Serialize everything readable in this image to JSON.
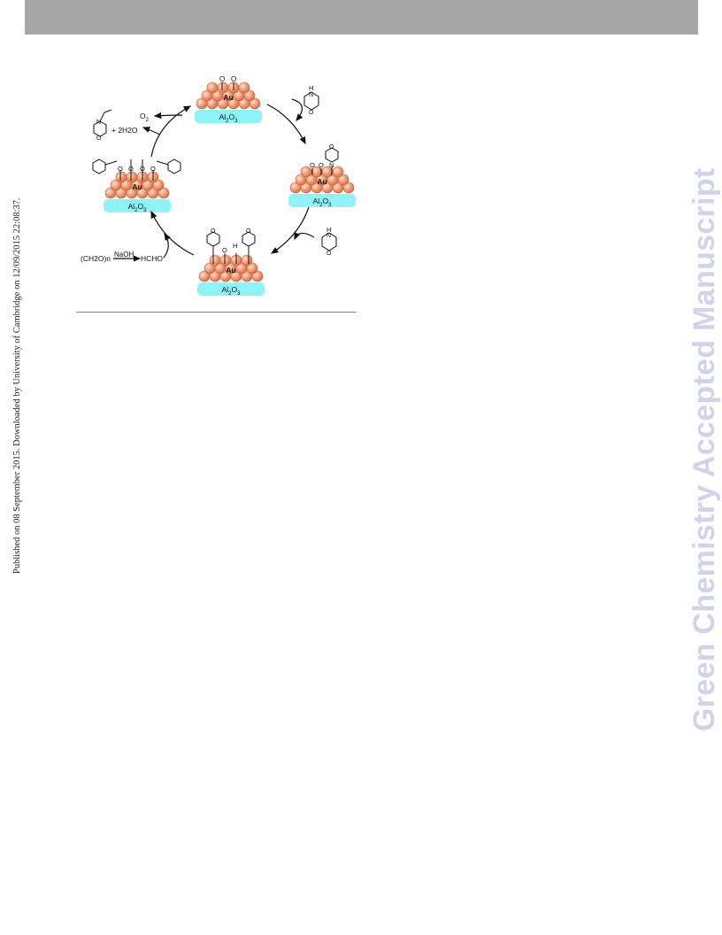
{
  "sidebar": {
    "published_line": "Published on 08 September 2015. Downloaded by University of Cambridge on 12/09/2015 22:08:37."
  },
  "watermark": {
    "text": "Green Chemistry Accepted Manuscript"
  },
  "scheme": {
    "metal_label": "Au",
    "support_label": "Al2O3",
    "oxygen_label": "O",
    "hydrogen_label": "H",
    "nitrogen_label": "N",
    "o2_label": "O2",
    "product_label": "+ 2H2O",
    "hcho_source_label": "(CH2O)n",
    "naoh_label": "NaOH",
    "hcho_label": "HCHO",
    "colors": {
      "particle": "#f2a07a",
      "support": "#8ef3f7",
      "arrow": "#111111"
    }
  }
}
